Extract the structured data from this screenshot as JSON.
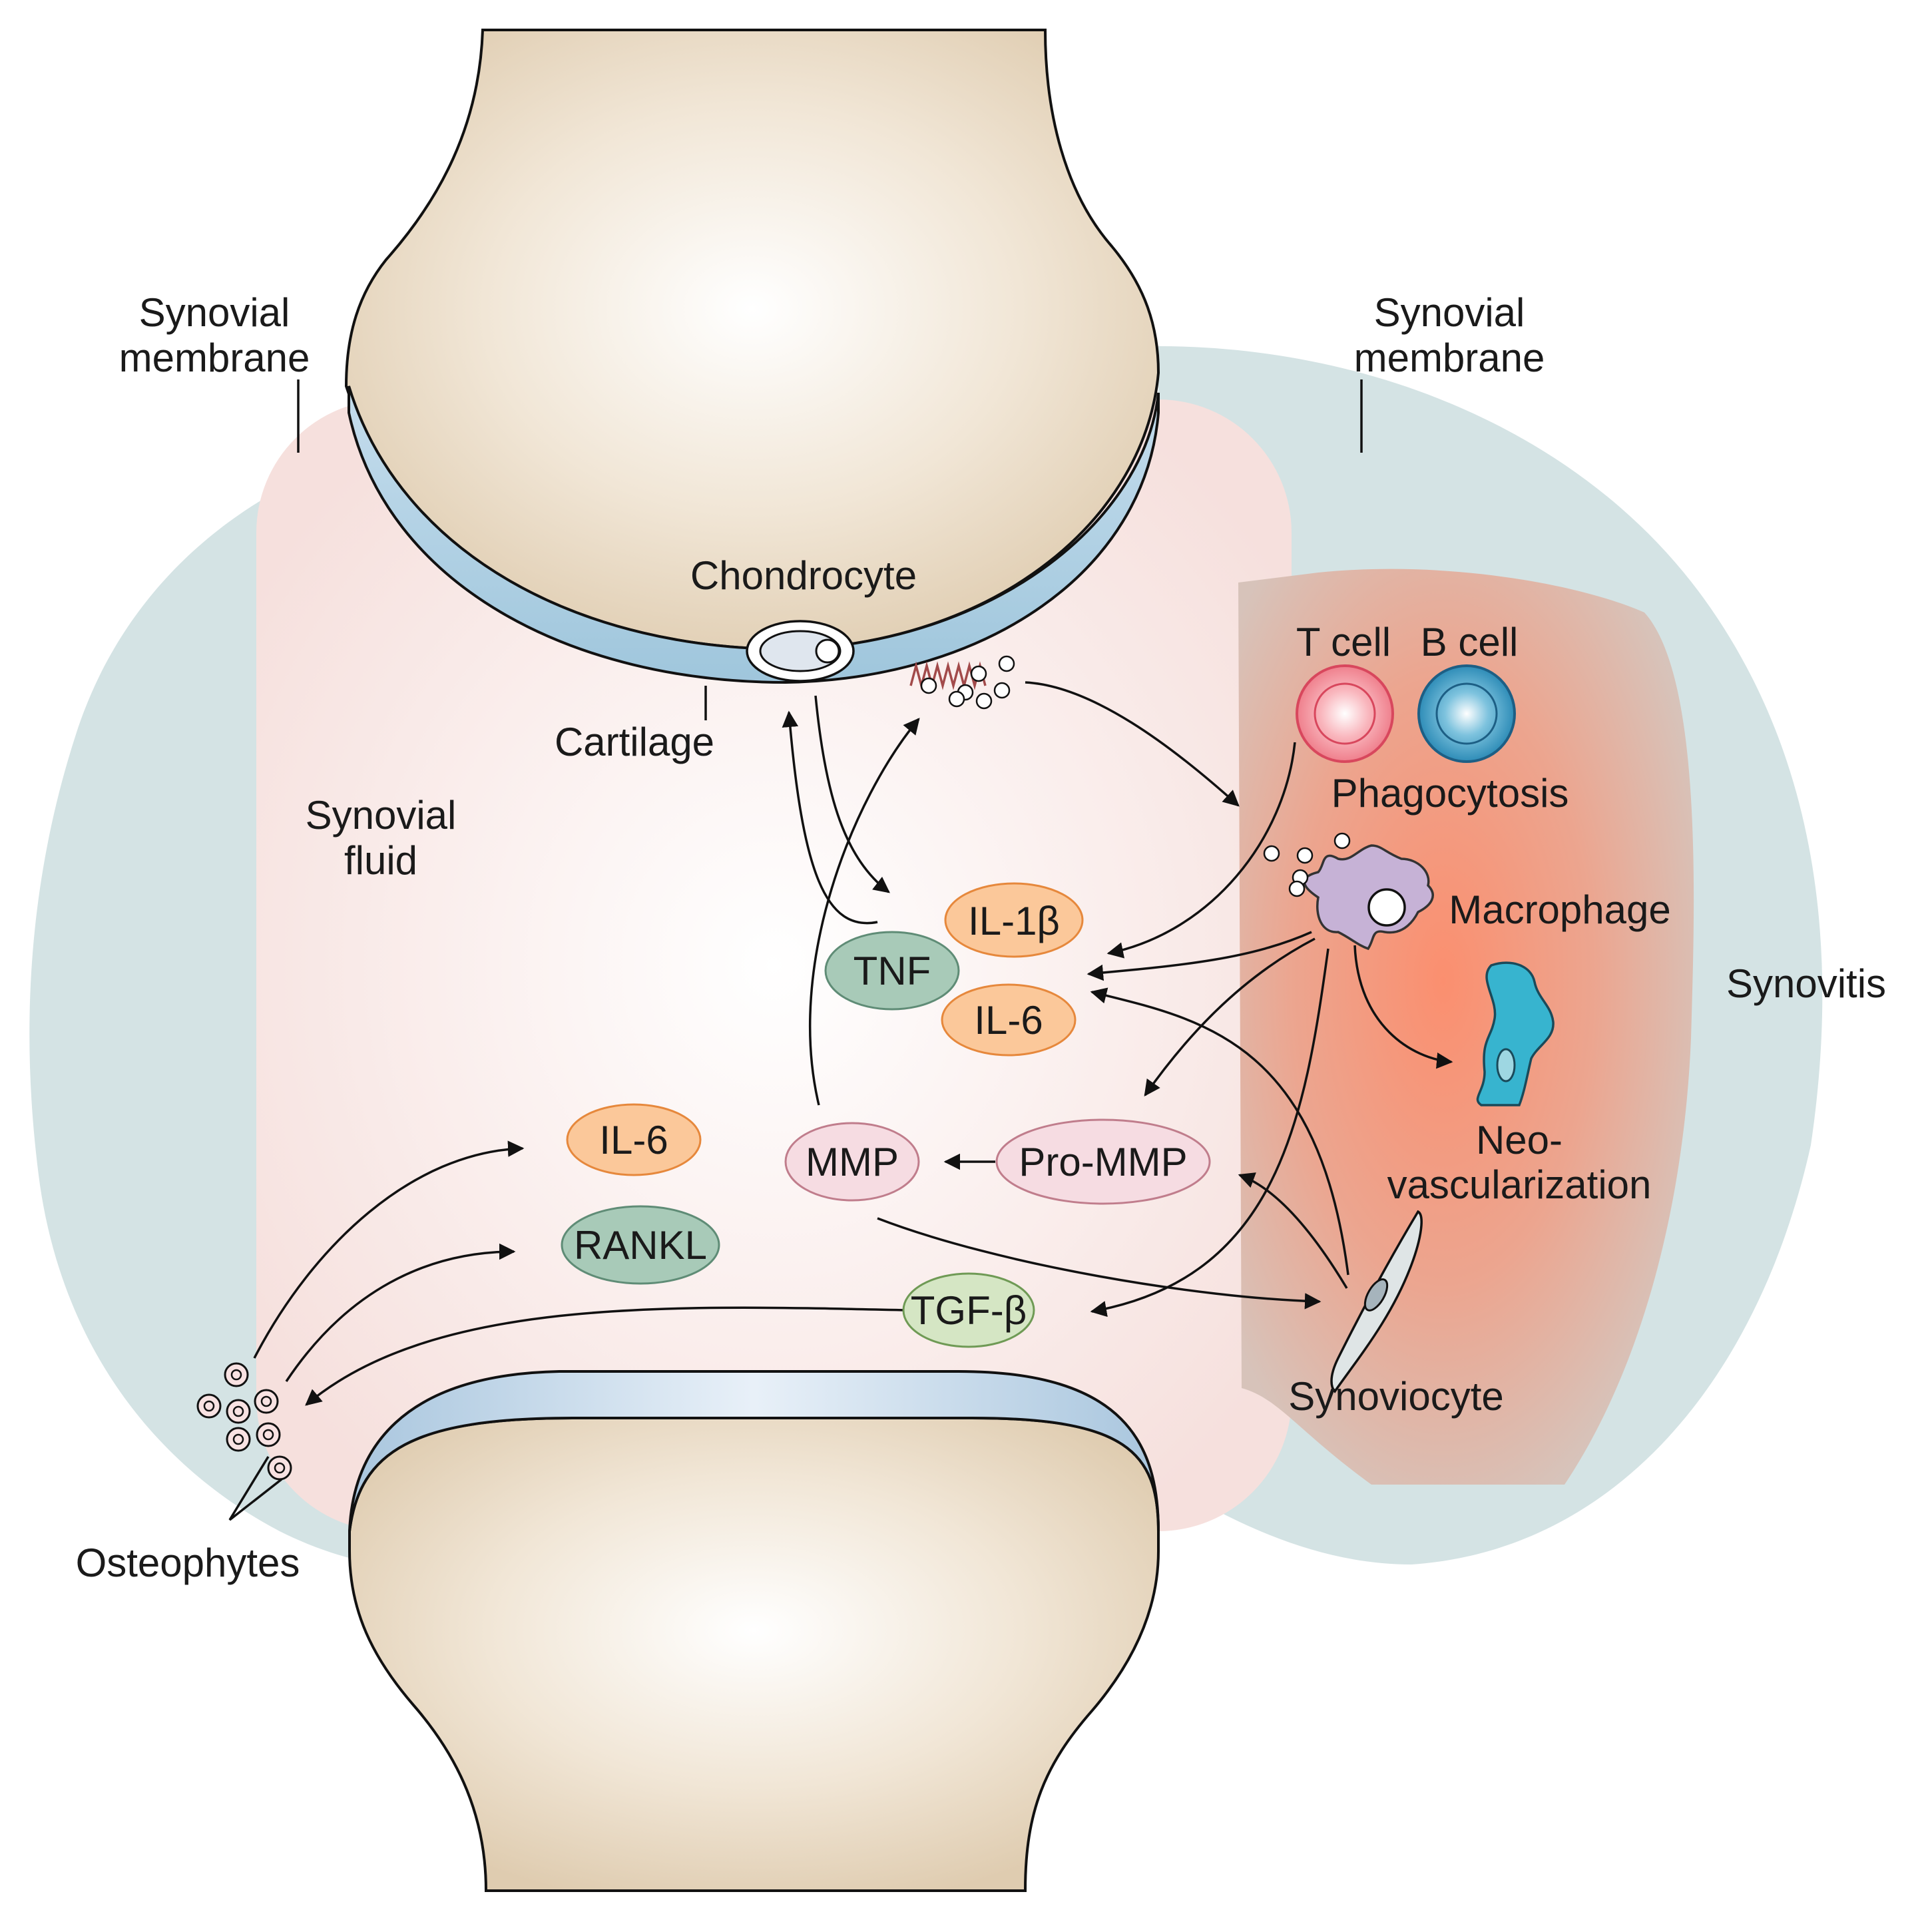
{
  "labels": {
    "synovial_membrane_left": [
      "Synovial",
      "membrane"
    ],
    "synovial_membrane_right": [
      "Synovial",
      "membrane"
    ],
    "chondrocyte": "Chondrocyte",
    "cartilage": "Cartilage",
    "synovial_fluid": [
      "Synovial",
      "fluid"
    ],
    "t_cell": "T cell",
    "b_cell": "B cell",
    "phagocytosis": "Phagocytosis",
    "macrophage": "Macrophage",
    "synovitis": "Synovitis",
    "neovascularization": [
      "Neo-",
      "vascularization"
    ],
    "synoviocyte": "Synoviocyte",
    "osteophytes": "Osteophytes"
  },
  "mediators": {
    "il1b": "IL-1β",
    "tnf": "TNF",
    "il6_upper": "IL-6",
    "il6_lower": "IL-6",
    "rankl": "RANKL",
    "mmp": "MMP",
    "pro_mmp": "Pro-MMP",
    "tgfb": "TGF-β"
  },
  "colors": {
    "bone": "#e8d8c0",
    "cartilage": "#a9cde0",
    "membrane": "#d3e2e3",
    "fluid": "#f8e4e0",
    "synovitis_core": "#f59a80",
    "synovitis_edge": "#d4c0b6",
    "orange_oval": "#fbc89a",
    "green_oval": "#a8cab8",
    "pink_oval": "#f6dce2",
    "tgf_oval": "#d5e6c4",
    "t_cell": "#f48a96",
    "b_cell": "#3e9fc6",
    "macrophage": "#c4b2d2",
    "vessel": "#33b7cd"
  }
}
